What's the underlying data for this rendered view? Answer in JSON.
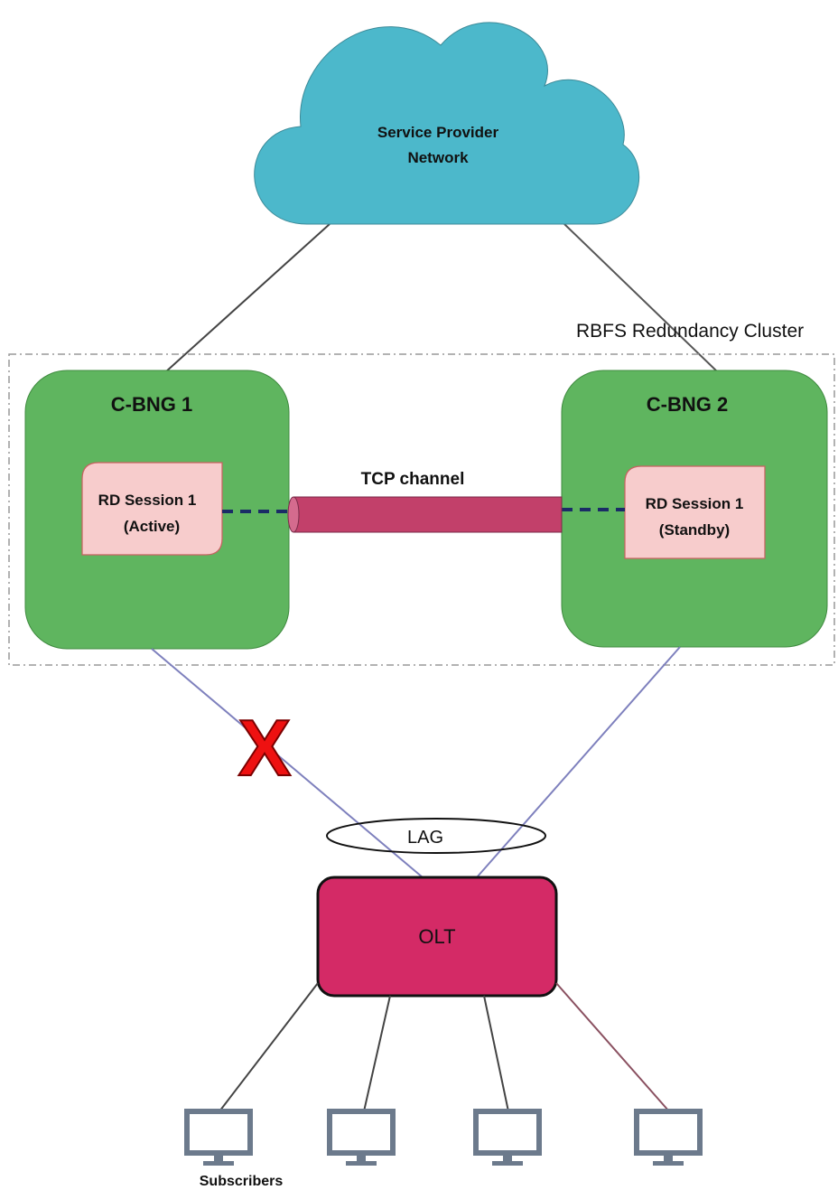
{
  "cloud": {
    "line1": "Service Provider",
    "line2": "Network"
  },
  "cluster": {
    "label": "RBFS Redundancy Cluster"
  },
  "nodes": {
    "cbng1": {
      "title": "C-BNG 1",
      "session_line1": "RD Session 1",
      "session_line2": "(Active)"
    },
    "cbng2": {
      "title": "C-BNG 2",
      "session_line1": "RD Session 1",
      "session_line2": "(Standby)"
    },
    "tcp_channel": {
      "label": "TCP channel"
    },
    "lag": {
      "label": "LAG"
    },
    "olt": {
      "label": "OLT"
    },
    "failure_mark": {
      "symbol": "X"
    }
  },
  "subscribers": {
    "label": "Subscribers",
    "count": 4
  },
  "colors": {
    "cloud": "#4cb8cb",
    "node_green": "#5fb55f",
    "session_pink": "#f7cccc",
    "tcp_pipe": "#c2406a",
    "olt": "#d42a66",
    "failure": "#ee1111",
    "monitor": "#6c7a8c"
  }
}
